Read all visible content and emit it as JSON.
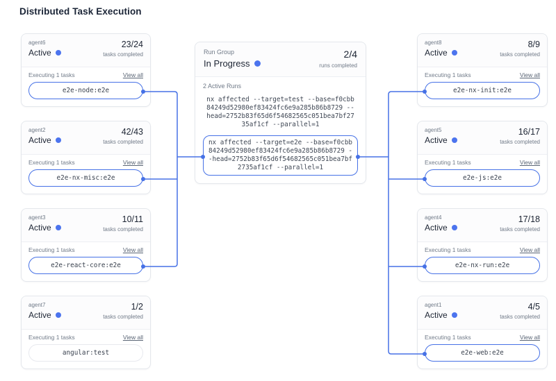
{
  "page": {
    "title": "Distributed Task Execution"
  },
  "colors": {
    "accent": "#4671e6",
    "status_dot": "#4c74ee",
    "card_border": "#e4e7ec",
    "muted_text": "#707a88",
    "dark_text": "#1c2433"
  },
  "strings": {
    "executing": "Executing 1 tasks",
    "view_all": "View all",
    "tasks_completed": "tasks completed",
    "runs_completed": "runs completed"
  },
  "run_group": {
    "label": "Run Group",
    "status": "In Progress",
    "progress": "2/4",
    "active_runs_label": "2 Active Runs",
    "commands": [
      {
        "text": "nx affected --target=test --base=f0cbb84249d52980ef83424fc6e9a285b86b8729 --head=2752b83f65d6f54682565c051bea7bf2735af1cf --parallel=1",
        "highlighted": false
      },
      {
        "text": "nx affected --target=e2e --base=f0cbb84249d52980ef83424fc6e9a285b86b8729 --head=2752b83f65d6f54682565c051bea7bf2735af1cf --parallel=1",
        "highlighted": true
      }
    ]
  },
  "agents_left": [
    {
      "name": "agent6",
      "status": "Active",
      "progress": "23/24",
      "task": "e2e-node:e2e",
      "task_highlighted": true
    },
    {
      "name": "agent2",
      "status": "Active",
      "progress": "42/43",
      "task": "e2e-nx-misc:e2e",
      "task_highlighted": true
    },
    {
      "name": "agent3",
      "status": "Active",
      "progress": "10/11",
      "task": "e2e-react-core:e2e",
      "task_highlighted": true
    },
    {
      "name": "agent7",
      "status": "Active",
      "progress": "1/2",
      "task": "angular:test",
      "task_highlighted": false
    }
  ],
  "agents_right": [
    {
      "name": "agent8",
      "status": "Active",
      "progress": "8/9",
      "task": "e2e-nx-init:e2e",
      "task_highlighted": true
    },
    {
      "name": "agent5",
      "status": "Active",
      "progress": "16/17",
      "task": "e2e-js:e2e",
      "task_highlighted": true
    },
    {
      "name": "agent4",
      "status": "Active",
      "progress": "17/18",
      "task": "e2e-nx-run:e2e",
      "task_highlighted": true
    },
    {
      "name": "agent1",
      "status": "Active",
      "progress": "4/5",
      "task": "e2e-web:e2e",
      "task_highlighted": true
    }
  ]
}
